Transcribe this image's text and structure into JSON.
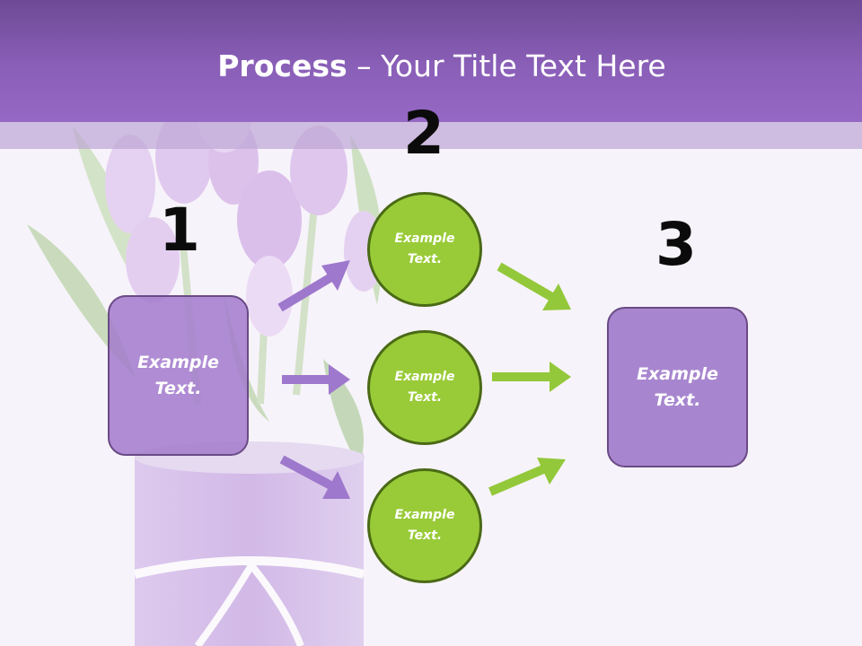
{
  "slide": {
    "title_bold": "Process",
    "title_rest": " – Your Title Text Here",
    "steps": [
      "1",
      "2",
      "3"
    ],
    "input_box": {
      "text_line1": "Example",
      "text_line2": "Text."
    },
    "circles": [
      {
        "text_line1": "Example",
        "text_line2": "Text."
      },
      {
        "text_line1": "Example",
        "text_line2": "Text."
      },
      {
        "text_line1": "Example",
        "text_line2": "Text."
      }
    ],
    "output_box": {
      "text_line1": "Example",
      "text_line2": "Text."
    }
  },
  "colors": {
    "header": "#8a5fb8",
    "box_purple": "#a57dcd",
    "circle_green": "#99cb38",
    "arrow_purple": "#9e78cc",
    "arrow_green": "#93c83a"
  },
  "background_image": "purple-tulips-in-vase"
}
